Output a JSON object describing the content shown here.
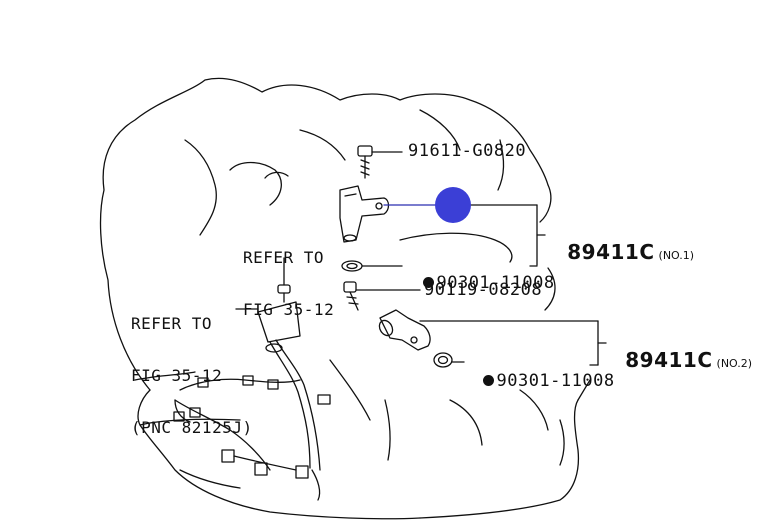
{
  "labels": {
    "bolt_top": "91611-G0820",
    "gasket_1": "90301-11008",
    "bolt_mid": "90119-08208",
    "gasket_2": "90301-11008",
    "sensor_no1_pn": "89411C",
    "sensor_no1_tag": "(NO.1)",
    "sensor_no2_pn": "89411C",
    "sensor_no2_tag": "(NO.2)",
    "ref_upper_line1": "REFER TO",
    "ref_upper_line2": "FIG 35-12",
    "ref_left_line1": "REFER TO",
    "ref_left_line2": "FIG 35-12",
    "ref_left_line3": "(PNC 82125J)"
  },
  "colors": {
    "line": "#111111",
    "highlight": "#3b3fd6",
    "leader_highlight": "#2a2fb0"
  },
  "icons": {
    "gasket_marker": "filled-circle"
  }
}
